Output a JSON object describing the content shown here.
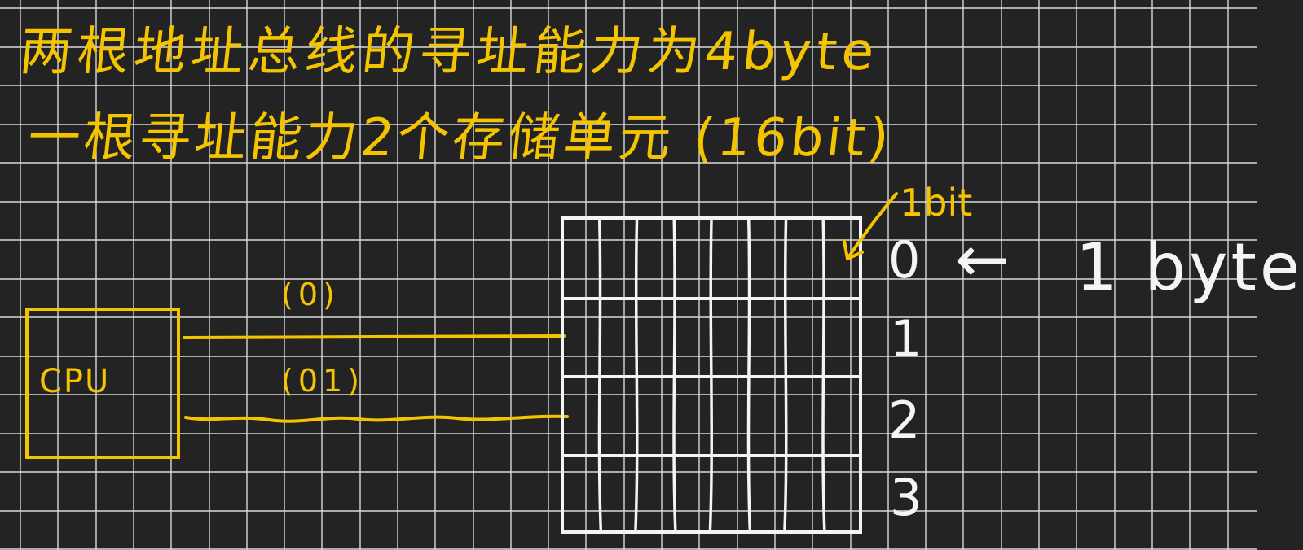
{
  "notes": {
    "line1": "两根地址总线的寻址能力为4byte",
    "line2": "一根寻址能力2个存储单元 (16bit)"
  },
  "cpu": {
    "label": "CPU"
  },
  "address_bus": [
    {
      "label": "(0)"
    },
    {
      "label": "(01)"
    }
  ],
  "memory": {
    "bit_label": "1bit",
    "byte_label": "1 byte",
    "arrow": "←",
    "rows": [
      "0",
      "1",
      "2",
      "3"
    ],
    "bits_per_row": 8
  },
  "colors": {
    "background": "#232323",
    "grid": "#d9d9d9",
    "ink_yellow": "#f5c400",
    "ink_white": "#f4f4f4"
  }
}
